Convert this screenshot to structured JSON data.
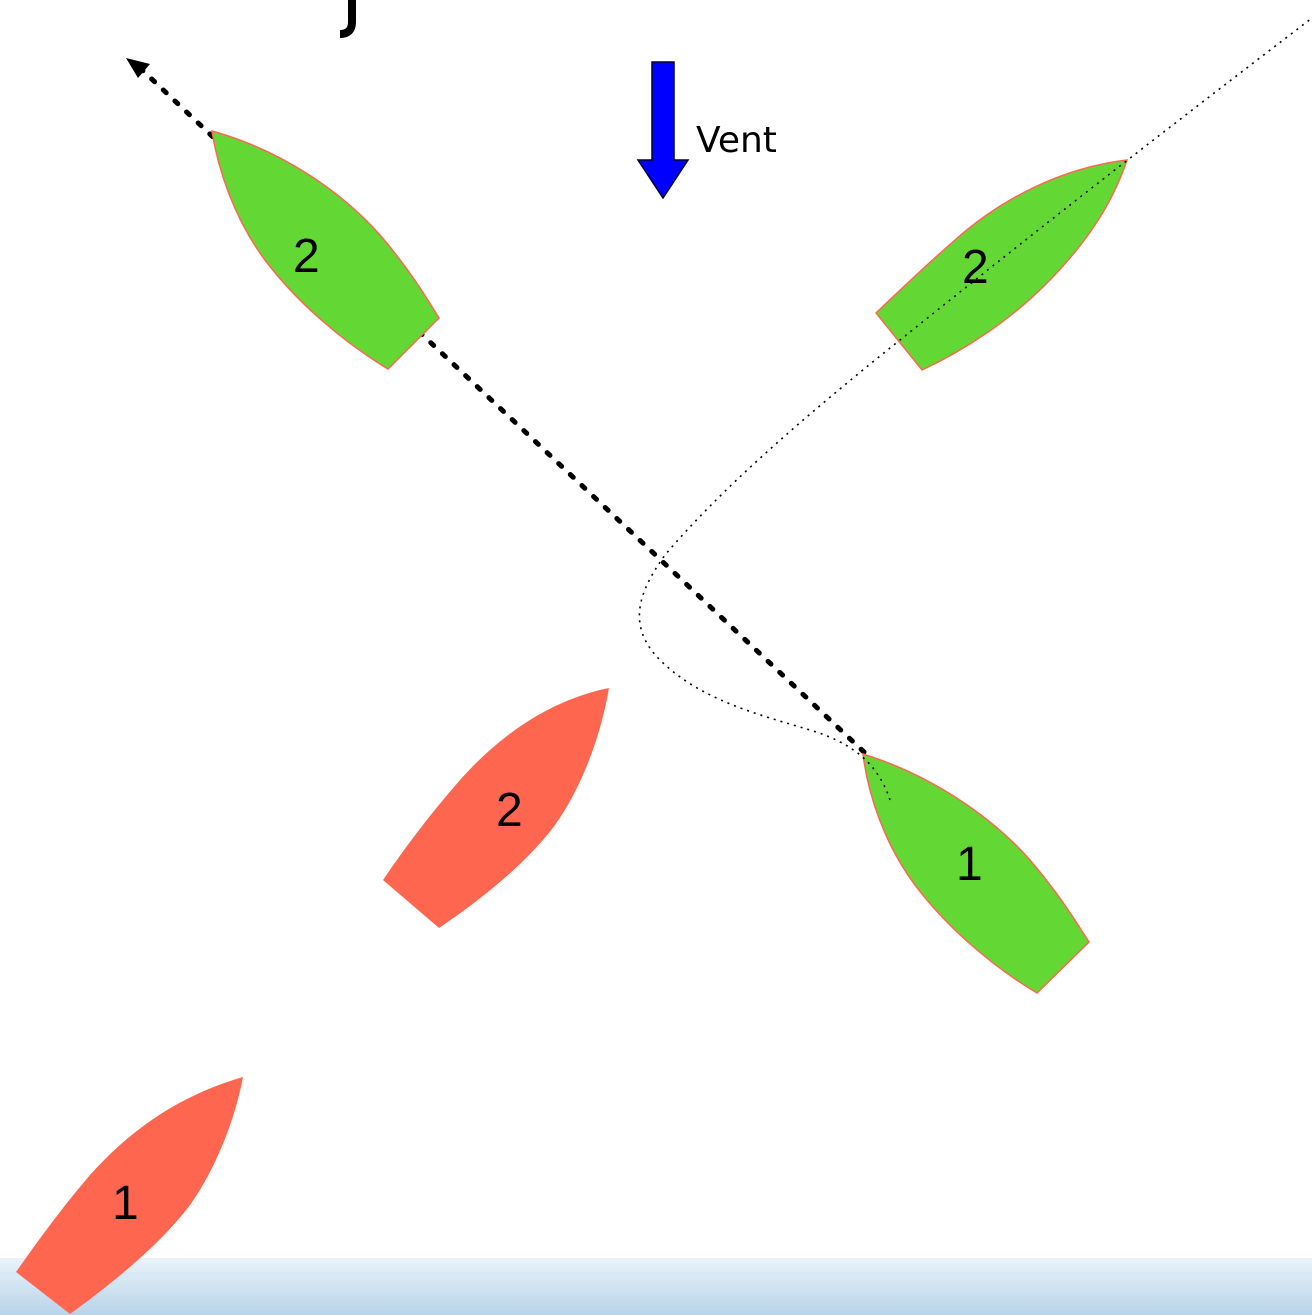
{
  "wind": {
    "label": "Vent",
    "arrow_color": "#0000ff"
  },
  "colors": {
    "boat_red": "#ff6650",
    "boat_green": "#63d835",
    "boat_green_outline": "#ff6650",
    "track": "#000000",
    "bottom_band": "#c6def0"
  },
  "boats": [
    {
      "id": "red-1",
      "number": "1",
      "color": "red"
    },
    {
      "id": "red-2",
      "number": "2",
      "color": "red"
    },
    {
      "id": "green-2-left",
      "number": "2",
      "color": "green"
    },
    {
      "id": "green-2-right",
      "number": "2",
      "color": "green"
    },
    {
      "id": "green-1",
      "number": "1",
      "color": "green"
    }
  ]
}
